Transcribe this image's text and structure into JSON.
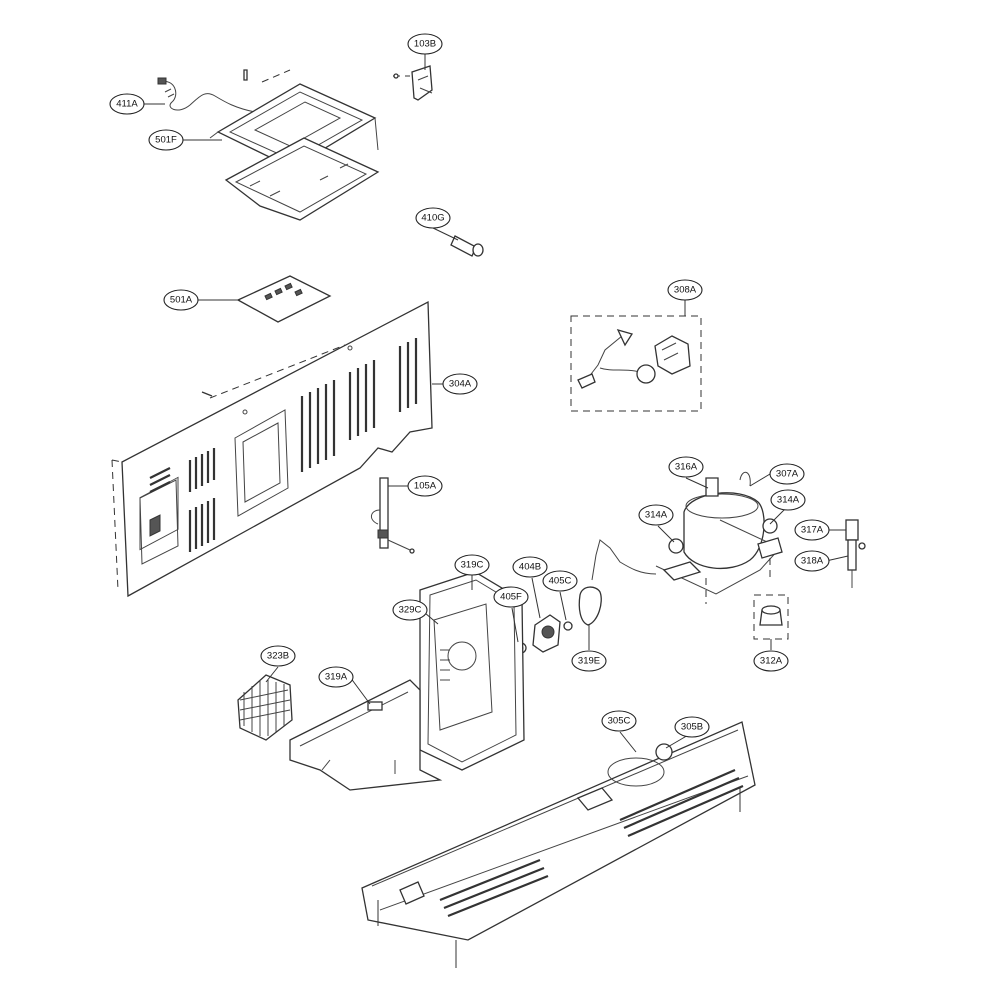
{
  "diagram": {
    "callouts": [
      {
        "id": "411A"
      },
      {
        "id": "501F"
      },
      {
        "id": "103B"
      },
      {
        "id": "410G"
      },
      {
        "id": "501A"
      },
      {
        "id": "304A"
      },
      {
        "id": "308A"
      },
      {
        "id": "105A"
      },
      {
        "id": "316A"
      },
      {
        "id": "307A"
      },
      {
        "id": "314A"
      },
      {
        "id": "314A"
      },
      {
        "id": "317A"
      },
      {
        "id": "318A"
      },
      {
        "id": "319C"
      },
      {
        "id": "404B"
      },
      {
        "id": "405C"
      },
      {
        "id": "405F"
      },
      {
        "id": "329C"
      },
      {
        "id": "319E"
      },
      {
        "id": "312A"
      },
      {
        "id": "323B"
      },
      {
        "id": "319A"
      },
      {
        "id": "305C"
      },
      {
        "id": "305B"
      }
    ]
  }
}
